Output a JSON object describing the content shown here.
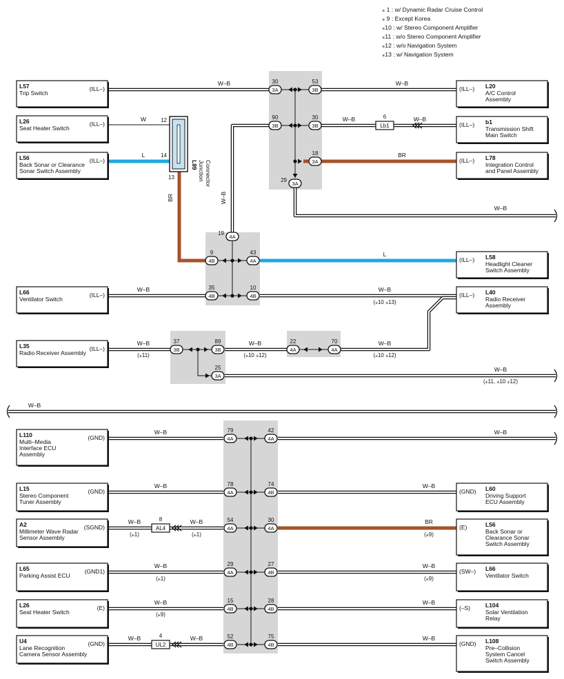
{
  "notes": [
    "⁎ 1 : w/ Dynamic Radar Cruise Control",
    "⁎ 9 : Except Korea",
    "⁎10 : w/ Stereo Component Amplifier",
    "⁎11 : w/o Stereo Component Amplifier",
    "⁎12 : w/o Navigation System",
    "⁎13 : w/ Navigation System"
  ],
  "colors": {
    "wire": "#111111",
    "blue": "#1ea9e1",
    "brown": "#a5532b",
    "junction_bg": "#d6d6d6",
    "connector_fill": "#c5e3f3"
  },
  "components": [
    {
      "id": "L57",
      "code": "L57",
      "name": "Trip Switch",
      "name2": "",
      "name3": "",
      "pin": "(ILL–)"
    },
    {
      "id": "L26a",
      "code": "L26",
      "name": "Seat Heater Switch",
      "name2": "",
      "name3": "",
      "pin": "(ILL–)"
    },
    {
      "id": "L56a",
      "code": "L56",
      "name": "Back Sonar or Clearance",
      "name2": "Sonar Switch Assembly",
      "name3": "",
      "pin": "(ILL–)"
    },
    {
      "id": "L66a",
      "code": "L66",
      "name": "Ventilator Switch",
      "name2": "",
      "name3": "",
      "pin": "(ILL–)"
    },
    {
      "id": "L35",
      "code": "L35",
      "name": "Radio Receiver Assembly",
      "name2": "",
      "name3": "",
      "pin": "(ILL–)"
    },
    {
      "id": "L110",
      "code": "L110",
      "name": "Multi–Media",
      "name2": "Interface ECU",
      "name3": "Assembly",
      "pin": "(GND)"
    },
    {
      "id": "L15",
      "code": "L15",
      "name": "Stereo Component",
      "name2": "Tuner Assembly",
      "name3": "",
      "pin": "(GND)"
    },
    {
      "id": "A2",
      "code": "A2",
      "name": "Millimeter Wave Radar",
      "name2": "Sensor Assembly",
      "name3": "",
      "pin": "(SGND)"
    },
    {
      "id": "L65",
      "code": "L65",
      "name": "Parking Assist ECU",
      "name2": "",
      "name3": "",
      "pin": "(GND1)"
    },
    {
      "id": "L26b",
      "code": "L26",
      "name": "Seat Heater Switch",
      "name2": "",
      "name3": "",
      "pin": "(E)"
    },
    {
      "id": "U4",
      "code": "U4",
      "name": "Lane Recognition",
      "name2": "Camera Sensor Assembly",
      "name3": "",
      "pin": "(GND)"
    },
    {
      "id": "L20",
      "code": "L20",
      "name": "A/C Control",
      "name2": "Assembly",
      "name3": "",
      "pin": "(ILL–)"
    },
    {
      "id": "b1",
      "code": "b1",
      "name": "Transmission Shift",
      "name2": "Main Switch",
      "name3": "",
      "pin": "(ILL–)"
    },
    {
      "id": "L78",
      "code": "L78",
      "name": "Integration Control",
      "name2": "and Panel Assembly",
      "name3": "",
      "pin": "(ILL–)"
    },
    {
      "id": "L58",
      "code": "L58",
      "name": "Headlight Cleaner",
      "name2": "Switch Assembly",
      "name3": "",
      "pin": "(ILL–)"
    },
    {
      "id": "L40",
      "code": "L40",
      "name": "Radio Receiver",
      "name2": "Assembly",
      "name3": "",
      "pin": "(ILL–)"
    },
    {
      "id": "L60",
      "code": "L60",
      "name": "Driving Support",
      "name2": "ECU Assembly",
      "name3": "",
      "pin": "(GND)"
    },
    {
      "id": "L56b",
      "code": "L56",
      "name": "Back Sonar or",
      "name2": "Clearance Sonar",
      "name3": "Switch Assembly",
      "pin": "(E)"
    },
    {
      "id": "L66b",
      "code": "L66",
      "name": "Ventilator Switch",
      "name2": "",
      "name3": "",
      "pin": "(SW–)"
    },
    {
      "id": "L104",
      "code": "L104",
      "name": "Solar Ventilation",
      "name2": "Relay",
      "name3": "",
      "pin": "(–S)"
    },
    {
      "id": "L108",
      "code": "L108",
      "name": "Pre–Collision",
      "name2": "System Cancel",
      "name3": "Switch Assembly",
      "pin": "(GND)"
    }
  ],
  "junction": {
    "code": "L89",
    "label1": "Junction",
    "label2": "Connector",
    "pins": [
      "12",
      "14",
      "13"
    ]
  },
  "inline_connectors": [
    {
      "id": "Lb1",
      "label": "Lb1",
      "pin": "6"
    },
    {
      "id": "AL4",
      "label": "AL4",
      "pin": "8"
    },
    {
      "id": "UL2",
      "label": "UL2",
      "pin": "4"
    }
  ],
  "terminals": [
    {
      "id": "t30_3A",
      "conn": "3A",
      "pin": "30"
    },
    {
      "id": "t53_3B",
      "conn": "3B",
      "pin": "53"
    },
    {
      "id": "t90_3B",
      "conn": "3B",
      "pin": "90"
    },
    {
      "id": "t30_3B",
      "conn": "3B",
      "pin": "30"
    },
    {
      "id": "t18_3A",
      "conn": "3A",
      "pin": "18"
    },
    {
      "id": "t29_3A",
      "conn": "3A",
      "pin": "29"
    },
    {
      "id": "t19_4A",
      "conn": "4A",
      "pin": "19"
    },
    {
      "id": "t9_4B",
      "conn": "4B",
      "pin": "9"
    },
    {
      "id": "t43_4A",
      "conn": "4A",
      "pin": "43"
    },
    {
      "id": "t35_4B",
      "conn": "4B",
      "pin": "35"
    },
    {
      "id": "t10_4B",
      "conn": "4B",
      "pin": "10"
    },
    {
      "id": "t37_3B",
      "conn": "3B",
      "pin": "37"
    },
    {
      "id": "t89_3B",
      "conn": "3B",
      "pin": "89"
    },
    {
      "id": "t25_3A",
      "conn": "3A",
      "pin": "25"
    },
    {
      "id": "t22_4A",
      "conn": "4A",
      "pin": "22"
    },
    {
      "id": "t70_4A",
      "conn": "4A",
      "pin": "70"
    },
    {
      "id": "t79_4A",
      "conn": "4A",
      "pin": "79"
    },
    {
      "id": "t42_4A",
      "conn": "4A",
      "pin": "42"
    },
    {
      "id": "t78_4A",
      "conn": "4A",
      "pin": "78"
    },
    {
      "id": "t74_4B",
      "conn": "4B",
      "pin": "74"
    },
    {
      "id": "t54_4A",
      "conn": "4A",
      "pin": "54"
    },
    {
      "id": "t30_4A",
      "conn": "4A",
      "pin": "30"
    },
    {
      "id": "t29_4A",
      "conn": "4A",
      "pin": "29"
    },
    {
      "id": "t27_4B",
      "conn": "4B",
      "pin": "27"
    },
    {
      "id": "t15_4B",
      "conn": "4B",
      "pin": "15"
    },
    {
      "id": "t28_4B",
      "conn": "4B",
      "pin": "28"
    },
    {
      "id": "t52_4B",
      "conn": "4B",
      "pin": "52"
    },
    {
      "id": "t75_4B",
      "conn": "4B",
      "pin": "75"
    }
  ],
  "wire_labels": [
    {
      "id": "w1",
      "text": "W–B"
    },
    {
      "id": "w2",
      "text": "W–B"
    },
    {
      "id": "w3",
      "text": "W"
    },
    {
      "id": "w4",
      "text": "W–B"
    },
    {
      "id": "w5",
      "text": "W–B"
    },
    {
      "id": "w6",
      "text": "L"
    },
    {
      "id": "w7",
      "text": "BR"
    },
    {
      "id": "w8",
      "text": "BR"
    },
    {
      "id": "w9",
      "text": "W–B"
    },
    {
      "id": "w10",
      "text": "W–B"
    },
    {
      "id": "w11",
      "text": "L"
    },
    {
      "id": "w12",
      "text": "W–B"
    },
    {
      "id": "w13",
      "text": "W–B"
    },
    {
      "id": "w14",
      "text": "W–B"
    },
    {
      "id": "w15",
      "text": "W–B"
    },
    {
      "id": "w16",
      "text": "W–B"
    },
    {
      "id": "w17",
      "text": "W–B"
    },
    {
      "id": "w18",
      "text": "W–B"
    },
    {
      "id": "w19",
      "text": "W–B"
    },
    {
      "id": "w20",
      "text": "W–B"
    },
    {
      "id": "w21",
      "text": "W–B"
    },
    {
      "id": "w22",
      "text": "W–B"
    },
    {
      "id": "w23",
      "text": "W–B"
    },
    {
      "id": "w24",
      "text": "W–B"
    },
    {
      "id": "w25",
      "text": "W–B"
    },
    {
      "id": "w26",
      "text": "BR"
    },
    {
      "id": "w27",
      "text": "W–B"
    },
    {
      "id": "w28",
      "text": "W–B"
    },
    {
      "id": "w29",
      "text": "W–B"
    },
    {
      "id": "w30",
      "text": "W–B"
    },
    {
      "id": "w31",
      "text": "W–B"
    },
    {
      "id": "w32",
      "text": "W–B"
    },
    {
      "id": "w33",
      "text": "W–B"
    }
  ],
  "condition_notes": [
    {
      "id": "n1",
      "text": "(⁎10 ⁎13)"
    },
    {
      "id": "n2",
      "text": "(⁎11)"
    },
    {
      "id": "n3",
      "text": "(⁎10 ⁎12)"
    },
    {
      "id": "n4",
      "text": "(⁎10 ⁎12)"
    },
    {
      "id": "n5",
      "text": "(⁎11, ⁎10 ⁎12)"
    },
    {
      "id": "n6",
      "text": "(⁎1)"
    },
    {
      "id": "n7",
      "text": "(⁎1)"
    },
    {
      "id": "n8",
      "text": "(⁎9)"
    },
    {
      "id": "n9",
      "text": "(⁎1)"
    },
    {
      "id": "n10",
      "text": "(⁎9)"
    },
    {
      "id": "n11",
      "text": "(⁎9)"
    }
  ]
}
